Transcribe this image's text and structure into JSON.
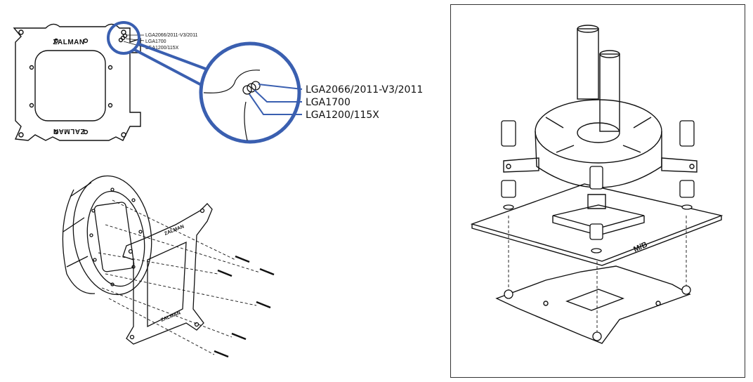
{
  "bracket": {
    "brand_text": "ZALMAN",
    "brand_text_flipped": "ZALMAN"
  },
  "socket_labels_small": [
    "LGA2066/2011-V3/2011",
    "LGA1700",
    "LGA1200/115X"
  ],
  "socket_labels_large": [
    "LGA2066/2011-V3/2011",
    "LGA1700",
    "LGA1200/115X"
  ],
  "motherboard_label": "M/B",
  "colors": {
    "callout_circle": "#3a5fb0",
    "line_art": "#111111",
    "panel_border": "#333333"
  },
  "icons": {
    "callout": "magnifier-callout",
    "screw": "screw-icon",
    "standoff": "standoff-icon"
  }
}
